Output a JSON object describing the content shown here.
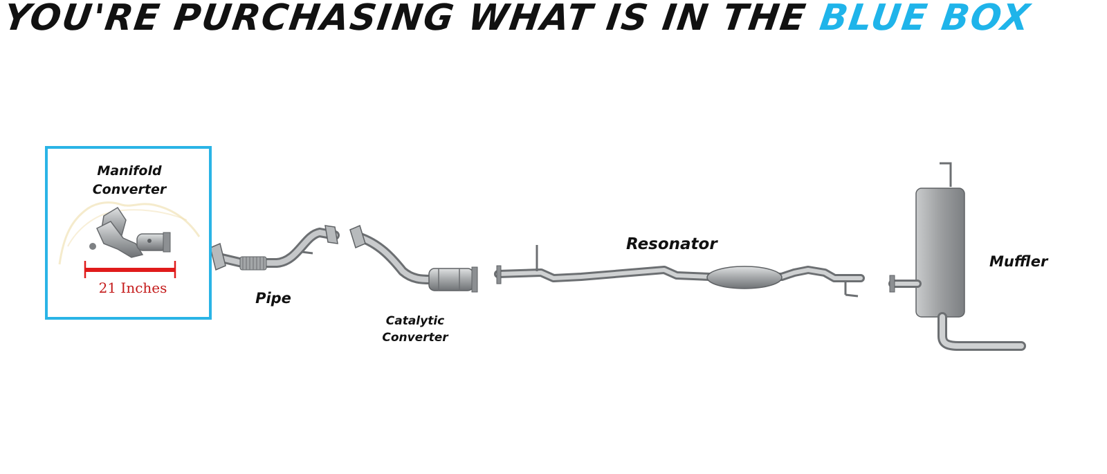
{
  "headline": {
    "main": "YOU'RE PURCHASING WHAT IS IN THE ",
    "accent": "BLUE BOX"
  },
  "colors": {
    "accent": "#1fb4ea",
    "box_border": "#2ab4e6",
    "measure": "#e01b1b",
    "metal": "#9a9da0"
  },
  "parts": {
    "manifold": "Manifold\nConverter",
    "pipe": "Pipe",
    "catalytic": "Catalytic\nConverter",
    "resonator": "Resonator",
    "muffler": "Muffler"
  },
  "measurement": {
    "label": "21 Inches"
  }
}
